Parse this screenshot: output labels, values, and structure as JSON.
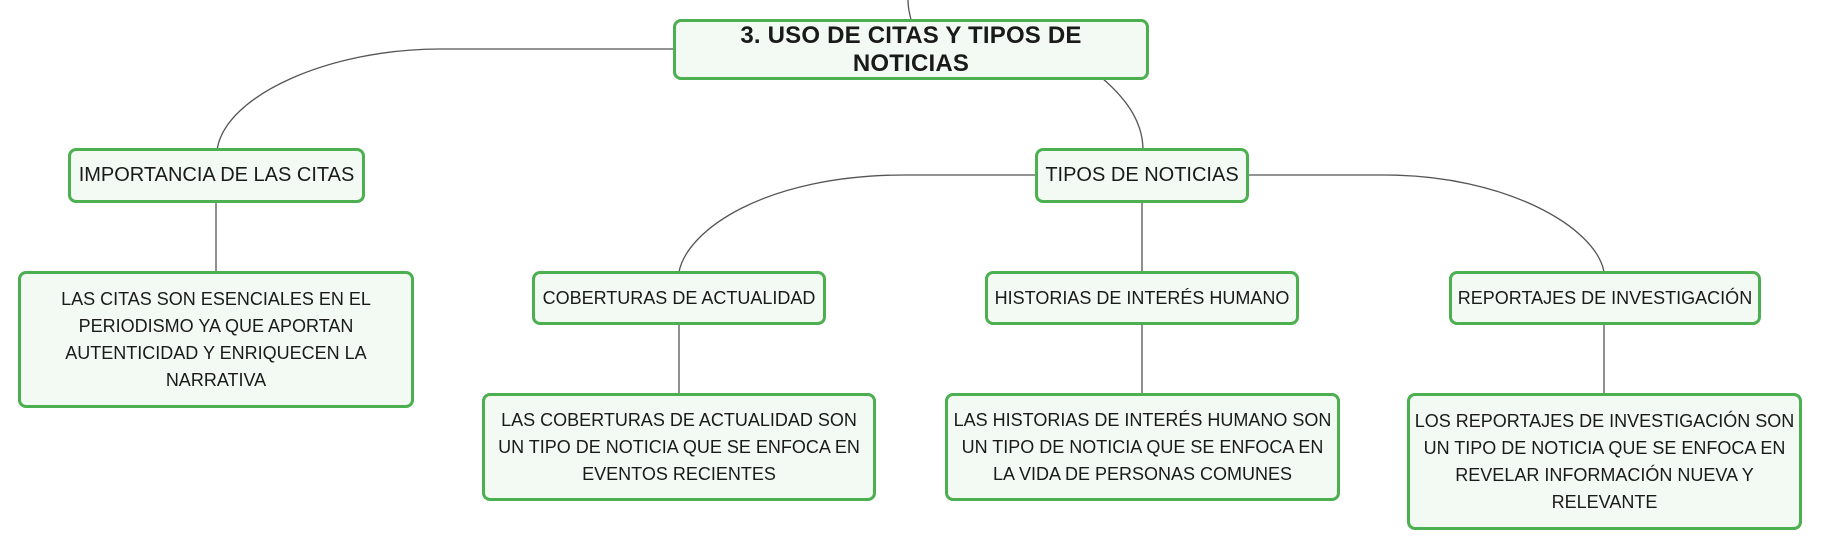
{
  "diagram": {
    "root": {
      "label": "3. USO DE CITAS Y TIPOS DE NOTICIAS"
    },
    "importancia": {
      "label": "IMPORTANCIA DE LAS CITAS",
      "detail": "LAS CITAS SON ESENCIALES EN EL PERIODISMO YA QUE APORTAN AUTENTICIDAD Y ENRIQUECEN LA NARRATIVA"
    },
    "tipos": {
      "label": "TIPOS DE NOTICIAS",
      "children": [
        {
          "label": "COBERTURAS DE ACTUALIDAD",
          "detail": "LAS COBERTURAS DE ACTUALIDAD SON UN TIPO DE NOTICIA QUE SE ENFOCA EN EVENTOS RECIENTES"
        },
        {
          "label": "HISTORIAS DE INTERÉS HUMANO",
          "detail": "LAS HISTORIAS DE INTERÉS HUMANO SON UN TIPO DE NOTICIA QUE SE ENFOCA EN LA VIDA DE PERSONAS COMUNES"
        },
        {
          "label": "REPORTAJES DE INVESTIGACIÓN",
          "detail": "LOS REPORTAJES DE INVESTIGACIÓN SON UN TIPO DE NOTICIA QUE SE ENFOCA EN REVELAR INFORMACIÓN NUEVA Y RELEVANTE"
        }
      ]
    },
    "colors": {
      "node_border": "#4caf50",
      "node_fill": "#f2faf3",
      "connector": "#555555"
    }
  }
}
